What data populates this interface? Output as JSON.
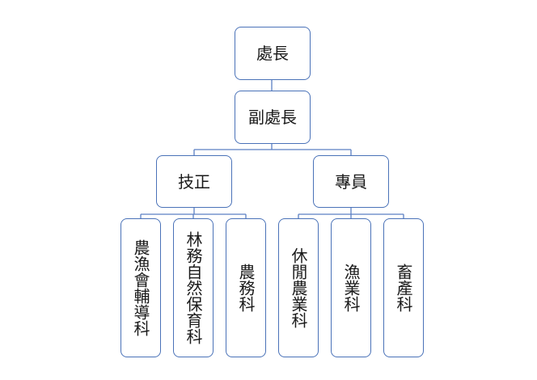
{
  "org_chart": {
    "top": {
      "label": "處長"
    },
    "deputy": {
      "label": "副處長"
    },
    "level3": [
      {
        "label": "技正"
      },
      {
        "label": "專員"
      }
    ],
    "divisions_left": [
      {
        "label": "農漁會輔導科"
      },
      {
        "label": "林務自然保育科"
      },
      {
        "label": "農務科"
      }
    ],
    "divisions_right": [
      {
        "label": "休閒農業科"
      },
      {
        "label": "漁業科"
      },
      {
        "label": "畜產科"
      }
    ]
  },
  "colors": {
    "box_border": "#4a72b8",
    "connector": "#5b7fc4",
    "text": "#1a1a1a"
  }
}
